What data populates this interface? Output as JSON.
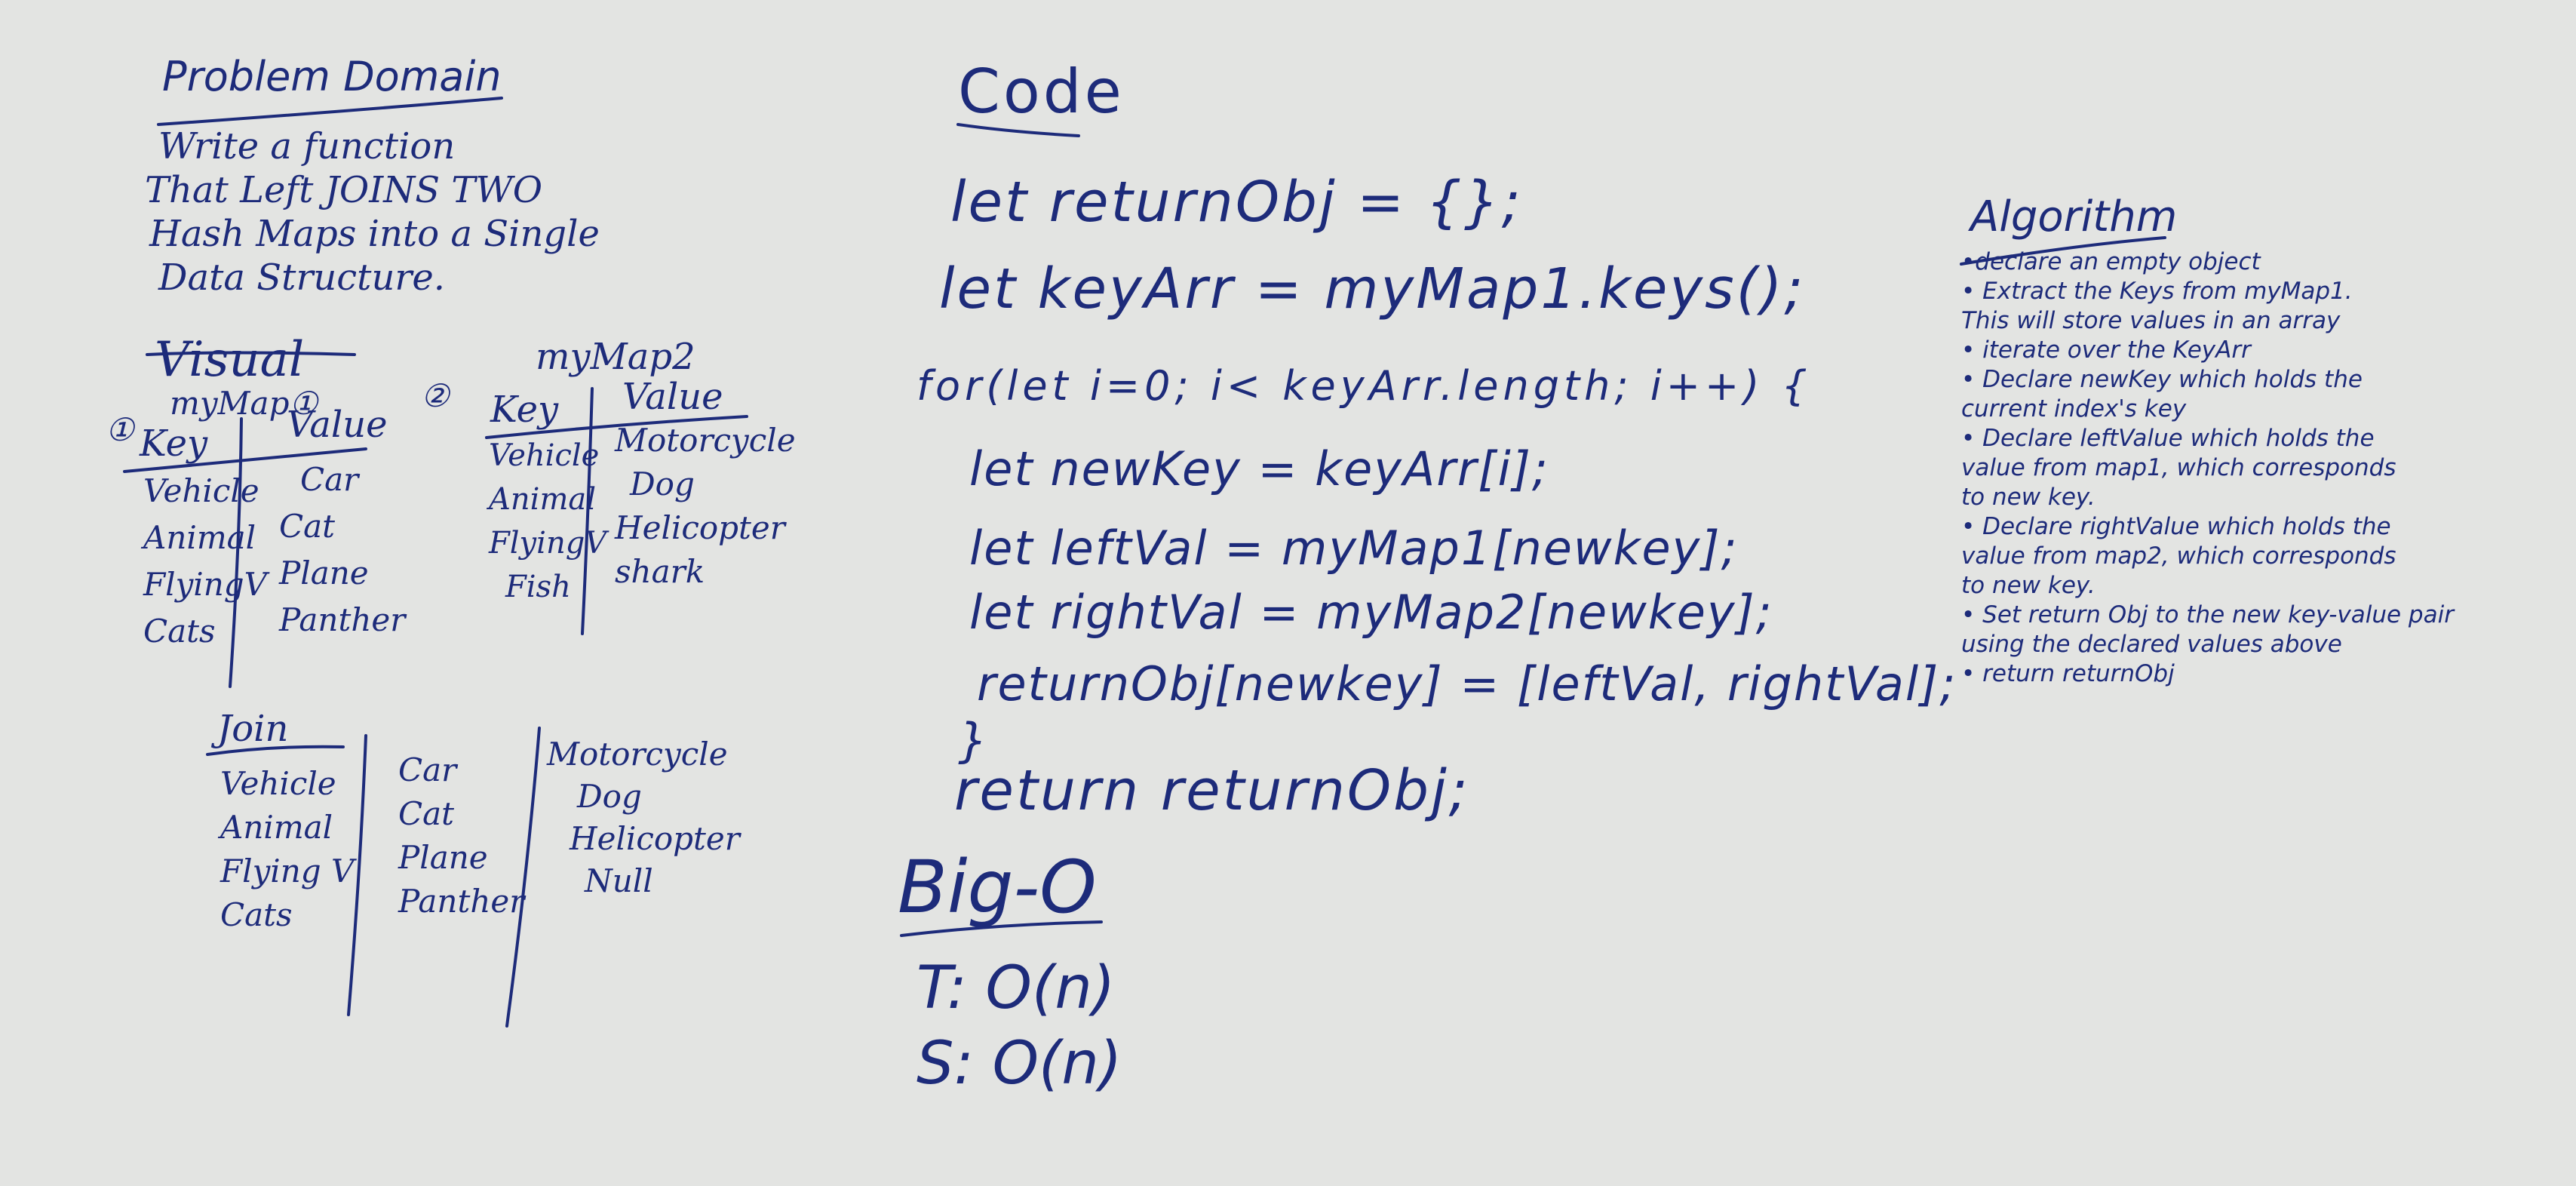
{
  "problem_domain": {
    "title": "Problem Domain",
    "lines": [
      "Write a function",
      "That Left JOINS TWO",
      "Hash Maps into a Single",
      "Data Structure."
    ]
  },
  "visual": {
    "title": "Visual",
    "map1": {
      "number": "①",
      "title": "myMap①",
      "key_header": "Key",
      "value_header": "Value",
      "keys": [
        "Vehicle",
        "Animal",
        "FlyingV",
        "Cats"
      ],
      "values": [
        "Car",
        "Cat",
        "Plane",
        "Panther"
      ]
    },
    "map2": {
      "number": "②",
      "title": "myMap2",
      "key_header": "Key",
      "value_header": "Value",
      "keys": [
        "Vehicle",
        "Animal",
        "FlyingV",
        "Fish"
      ],
      "values": [
        "Motorcycle",
        "Dog",
        "Helicopter",
        "shark"
      ]
    },
    "join": {
      "title": "Join",
      "keys": [
        "Vehicle",
        "Animal",
        "Flying V",
        "Cats"
      ],
      "left_values": [
        "Car",
        "Cat",
        "Plane",
        "Panther"
      ],
      "right_values": [
        "Motorcycle",
        "Dog",
        "Helicopter",
        "Null"
      ]
    }
  },
  "code": {
    "title": "Code",
    "lines": [
      "let returnObj = {};",
      "let keyArr = myMap1.keys();",
      "for(let i=0; i< keyArr.length; i++) {",
      "let newKey = keyArr[i];",
      "let leftVal = myMap1[newkey];",
      "let rightVal = myMap2[newkey];",
      "returnObj[newkey] = [leftVal, rightVal];",
      "}",
      "return returnObj;"
    ]
  },
  "big_o": {
    "title": "Big-O",
    "time": "T: O(n)",
    "space": "S: O(n)"
  },
  "algorithm": {
    "title": "Algorithm",
    "items": [
      "•declare an empty object",
      "• Extract the Keys from myMap1.",
      "  This will store values in an array",
      "• iterate over the KeyArr",
      "• Declare newKey which holds the",
      "  current index's key",
      "• Declare leftValue which holds the",
      "  value from map1, which corresponds",
      "  to new key.",
      "• Declare rightValue which holds the",
      "  value from map2, which corresponds",
      "  to new key.",
      "• Set return Obj to the new key-value pair",
      "  using the declared values above",
      "• return returnObj"
    ]
  }
}
